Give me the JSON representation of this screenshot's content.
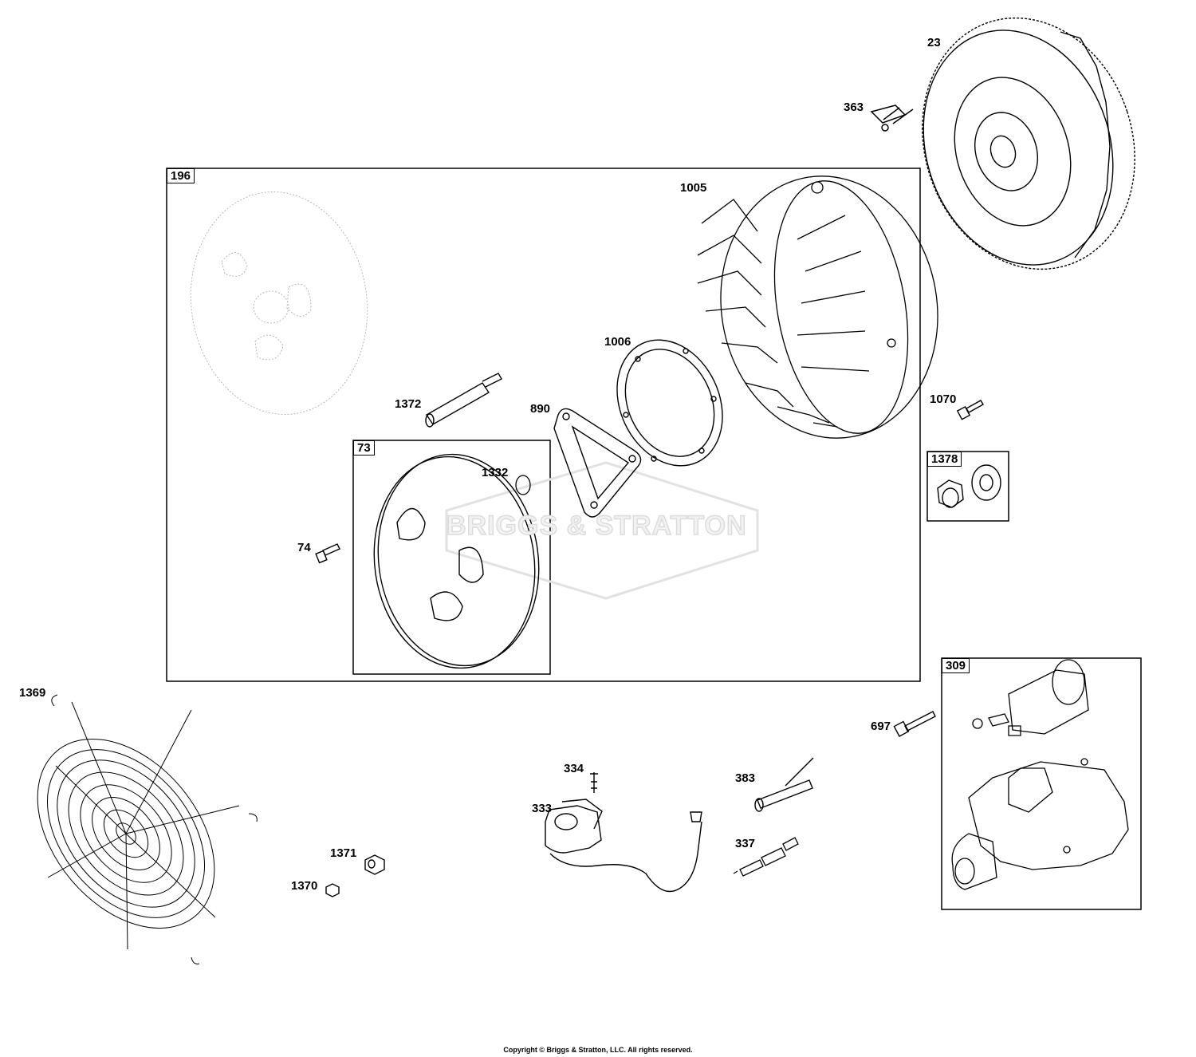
{
  "brand_watermark": "BRIGGS & STRATTON",
  "copyright": "Copyright © Briggs & Stratton, LLC. All rights reserved.",
  "group_labels": {
    "g196": "196",
    "g73": "73",
    "g1378": "1378",
    "g309": "309"
  },
  "part_labels": {
    "p23": "23",
    "p363": "363",
    "p1005": "1005",
    "p1006": "1006",
    "p1372": "1372",
    "p890": "890",
    "p1332": "1332",
    "p74": "74",
    "p1070": "1070",
    "p1369": "1369",
    "p697": "697",
    "p334": "334",
    "p333": "333",
    "p383": "383",
    "p337": "337",
    "p1371": "1371",
    "p1370": "1370"
  },
  "colors": {
    "line": "#000000",
    "faded_line": "#b8b8b8",
    "background": "#ffffff"
  }
}
